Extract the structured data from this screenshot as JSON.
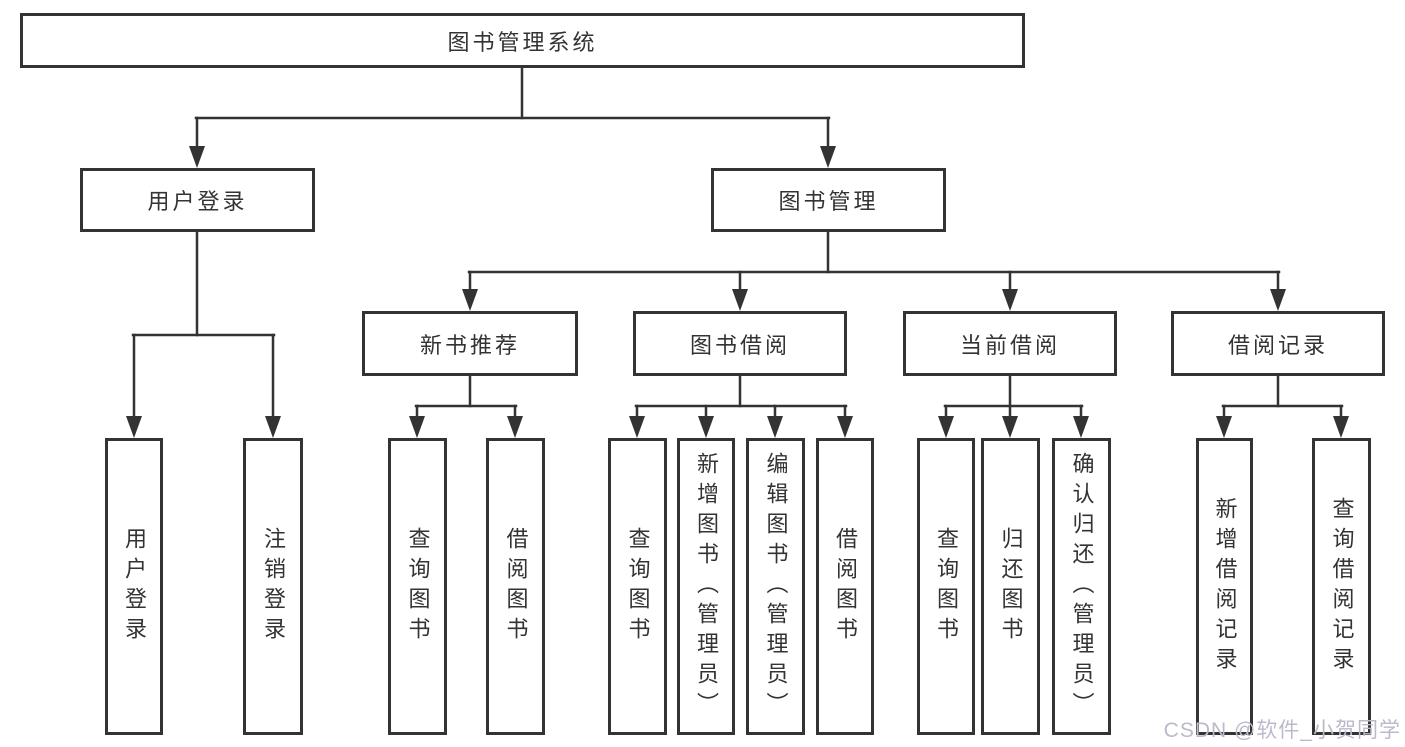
{
  "colors": {
    "background": "#ffffff",
    "line": "#333333",
    "box_border": "#333333",
    "box_background": "#ffffff",
    "text": "#333333",
    "watermark": "#bcb9cb"
  },
  "nodes": {
    "root": {
      "label": "图书管理系统"
    },
    "user_login": {
      "label": "用户登录"
    },
    "book_mgmt": {
      "label": "图书管理"
    },
    "new_books": {
      "label": "新书推荐"
    },
    "book_borrow": {
      "label": "图书借阅"
    },
    "current_borrow": {
      "label": "当前借阅"
    },
    "borrow_records": {
      "label": "借阅记录"
    },
    "leaves": {
      "user_login": "用户登录",
      "logout": "注销登录",
      "nb_query": "查询图书",
      "nb_borrow": "借阅图书",
      "bb_query": "查询图书",
      "bb_add": "新增图书（管理员）",
      "bb_edit": "编辑图书（管理员）",
      "bb_borrow": "借阅图书",
      "cb_query": "查询图书",
      "cb_return": "归还图书",
      "cb_confirm": "确认归还（管理员）",
      "br_add": "新增借阅记录",
      "br_query": "查询借阅记录"
    }
  },
  "watermark": {
    "text": "CSDN @软件_小贺同学"
  }
}
